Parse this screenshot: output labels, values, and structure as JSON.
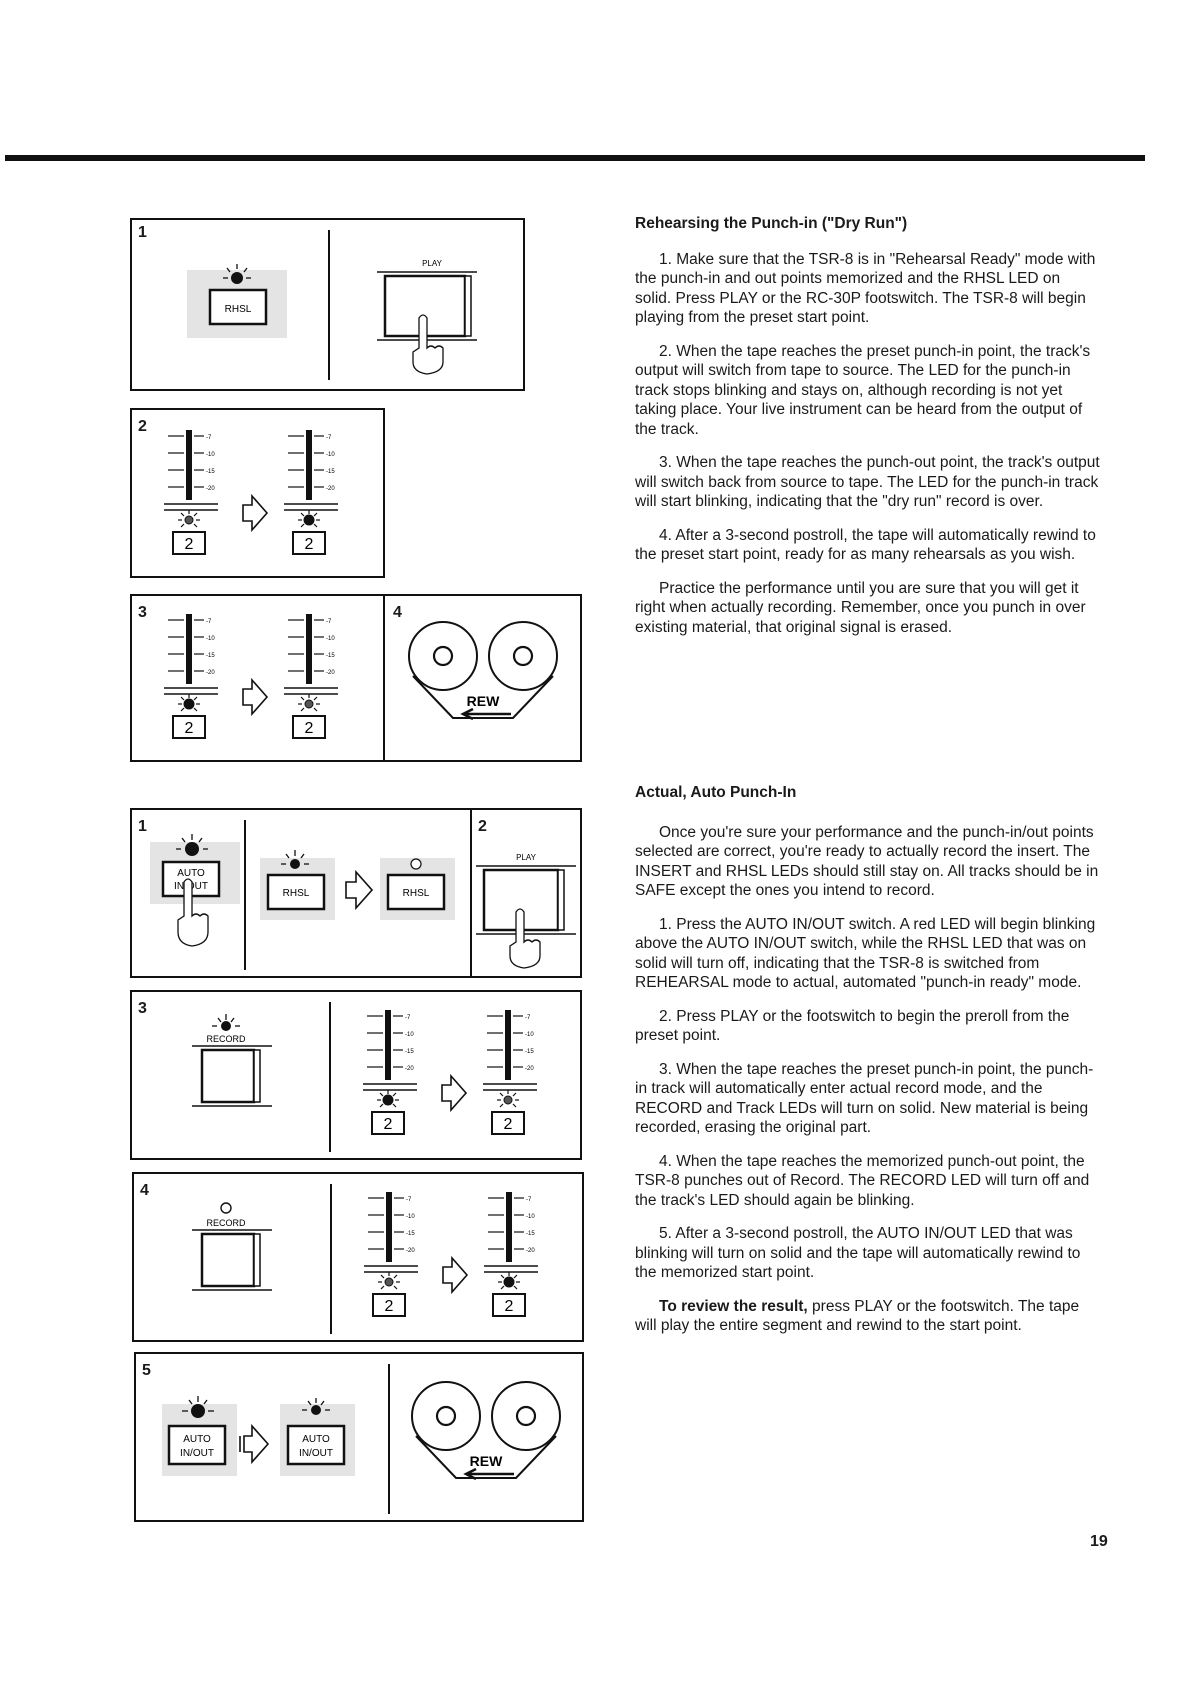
{
  "page_number": "19",
  "section1": {
    "heading": "Rehearsing the Punch-in (\"Dry Run\")",
    "paragraphs": [
      "1. Make sure that the TSR-8 is in \"Rehearsal Ready\" mode with the punch-in and out points memorized and the RHSL LED on solid. Press PLAY or the RC-30P footswitch. The TSR-8 will begin playing from the preset start point.",
      "2. When the tape reaches the preset punch-in point, the track's output will switch from tape to source. The LED for the punch-in track stops blinking and stays on, although recording is not yet taking place. Your live instrument can be heard from the output of the track.",
      "3. When the tape reaches the punch-out point, the track's output will switch back from source to tape. The LED for the punch-in track will start blinking, indicating that the \"dry run\" record is over.",
      "4. After a 3-second postroll, the tape will automatically rewind to the preset start point, ready for as many rehearsals as you wish.",
      "Practice the performance until you are sure that you will get it right when actually recording. Remember, once you punch in over existing material, that original signal is erased."
    ]
  },
  "section2": {
    "heading": "Actual, Auto Punch-In",
    "paragraphs": [
      "Once you're sure your performance and the punch-in/out points selected are correct, you're ready to actually record the insert. The INSERT and RHSL LEDs should still stay on. All tracks should be in SAFE except the ones you intend to record.",
      "1. Press the AUTO IN/OUT switch. A red LED will begin blinking above the AUTO IN/OUT switch, while the RHSL LED that was on solid will turn off, indicating that the TSR-8 is switched from REHEARSAL mode to actual, automated \"punch-in ready\" mode.",
      "2. Press PLAY or the footswitch to begin the preroll from the preset point.",
      "3. When the tape reaches the preset punch-in point, the punch-in track will automatically enter actual record mode, and the RECORD and Track LEDs will turn on solid. New material is being recorded, erasing the original part.",
      "4. When the tape reaches the memorized punch-out point, the TSR-8 punches out of Record. The RECORD LED will turn off and the track's LED should again be blinking.",
      "5. After a 3-second postroll, the AUTO IN/OUT LED that was blinking will turn on solid and the tape will automatically rewind to the memorized start point."
    ],
    "review_lead": "To review the result,",
    "review_rest": " press PLAY or the footswitch. The tape will play the entire segment and rewind to the start point."
  },
  "figures": {
    "n1": "1",
    "n2": "2",
    "n3": "3",
    "n4": "4",
    "n5": "5",
    "rhsl": "RHSL",
    "play": "PLAY",
    "record": "RECORD",
    "rew": "REW",
    "auto": "AUTO",
    "inout": "IN/OUT",
    "track": "2",
    "meter_marks": [
      "-7",
      "-10",
      "-15",
      "-20"
    ]
  }
}
